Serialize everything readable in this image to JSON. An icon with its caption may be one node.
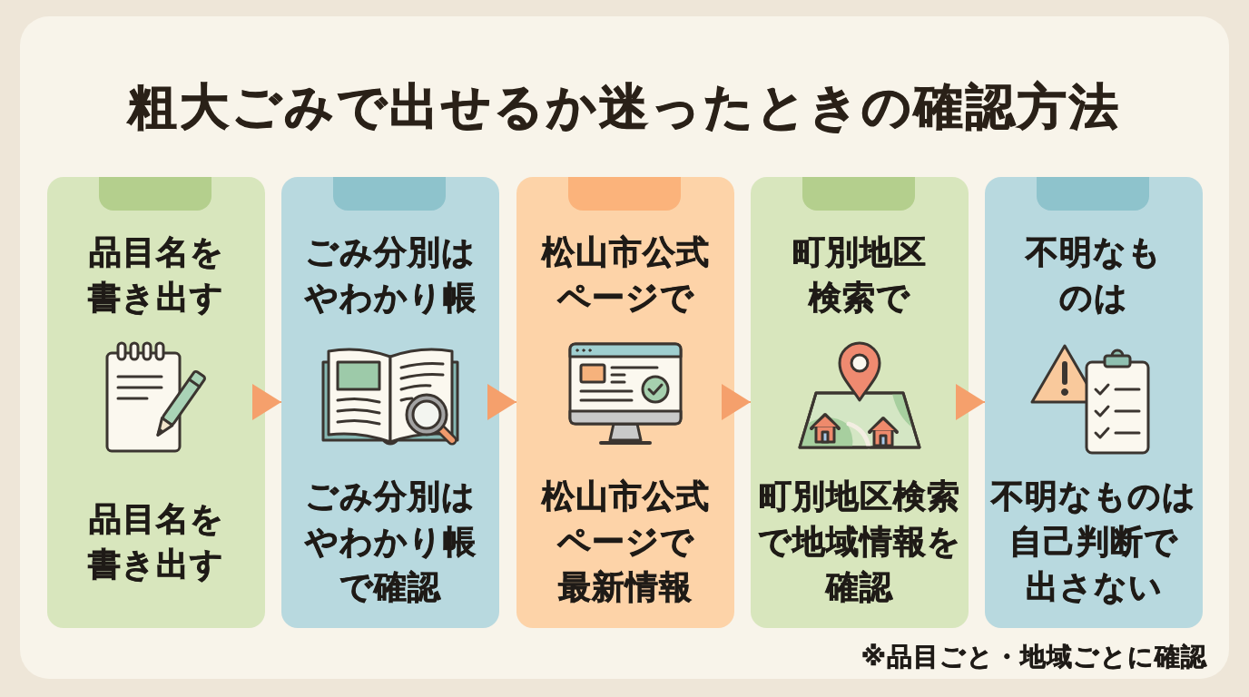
{
  "diagram": {
    "title": "粗大ごみで出せるか迷ったときの確認方法",
    "nodes": [
      {
        "text": [
          "品目名を書き出す",
          "品目名を書き出す"
        ]
      },
      {
        "text": [
          "ごみ分別はやわかり帳",
          "ごみ分別はやわかり帳で確認"
        ]
      },
      {
        "text": [
          "松山市公式ページで",
          "松山市公式ページで最新情報"
        ]
      },
      {
        "text": [
          "町別地区検索で",
          "町別地区検索で地域情報を確認"
        ]
      },
      {
        "text": [
          "不明なものは",
          "不明なものは自己判断で出さない"
        ]
      }
    ],
    "edges": [
      {
        "from": 0,
        "to": 1,
        "arrow": "to"
      },
      {
        "from": 1,
        "to": 2,
        "arrow": "to"
      },
      {
        "from": 2,
        "to": 3,
        "arrow": "to"
      },
      {
        "from": 3,
        "to": 4,
        "arrow": "to"
      }
    ],
    "labels": [
      "※品目ごと・地域ごとに確認"
    ]
  }
}
